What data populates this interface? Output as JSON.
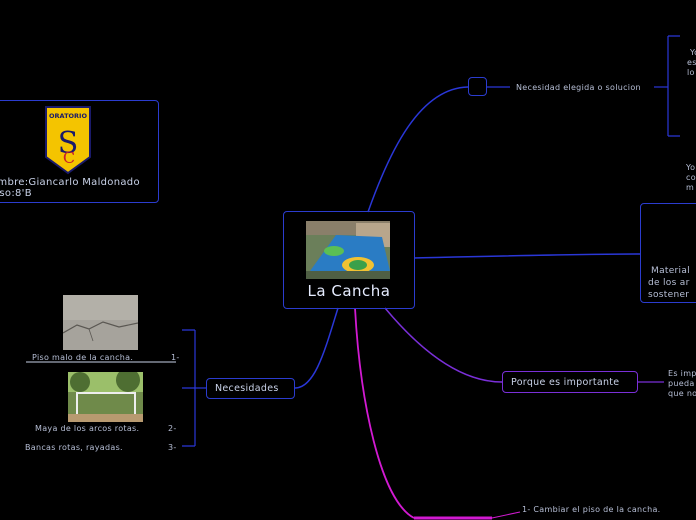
{
  "center": {
    "title": "La Cancha"
  },
  "author": {
    "logo_text": "ORATORIO",
    "name": "ombre:Giancarlo Maldonado",
    "course": "rso:8'B"
  },
  "branches": {
    "necesidad": {
      "label": "Necesidad elegida o solucion",
      "snippet": [
        "Yo",
        "es",
        "lo"
      ]
    },
    "materiales": {
      "above": [
        "Yo",
        "co",
        "m"
      ],
      "lines": [
        "Material",
        "de los ar",
        "sostener"
      ]
    },
    "importante": {
      "label": "Porque es importante",
      "snippet": [
        "Es imp",
        "pueda",
        "que no"
      ]
    },
    "necesidades": {
      "label": "Necesidades",
      "items": [
        {
          "text": "Piso malo de la cancha.",
          "num": "1-"
        },
        {
          "text": "Maya de los arcos rotas.",
          "num": "2-"
        },
        {
          "text": "Bancas rotas, rayadas.",
          "num": "3-"
        }
      ]
    },
    "solucion": {
      "first": "1-  Cambiar el piso de la cancha."
    }
  }
}
